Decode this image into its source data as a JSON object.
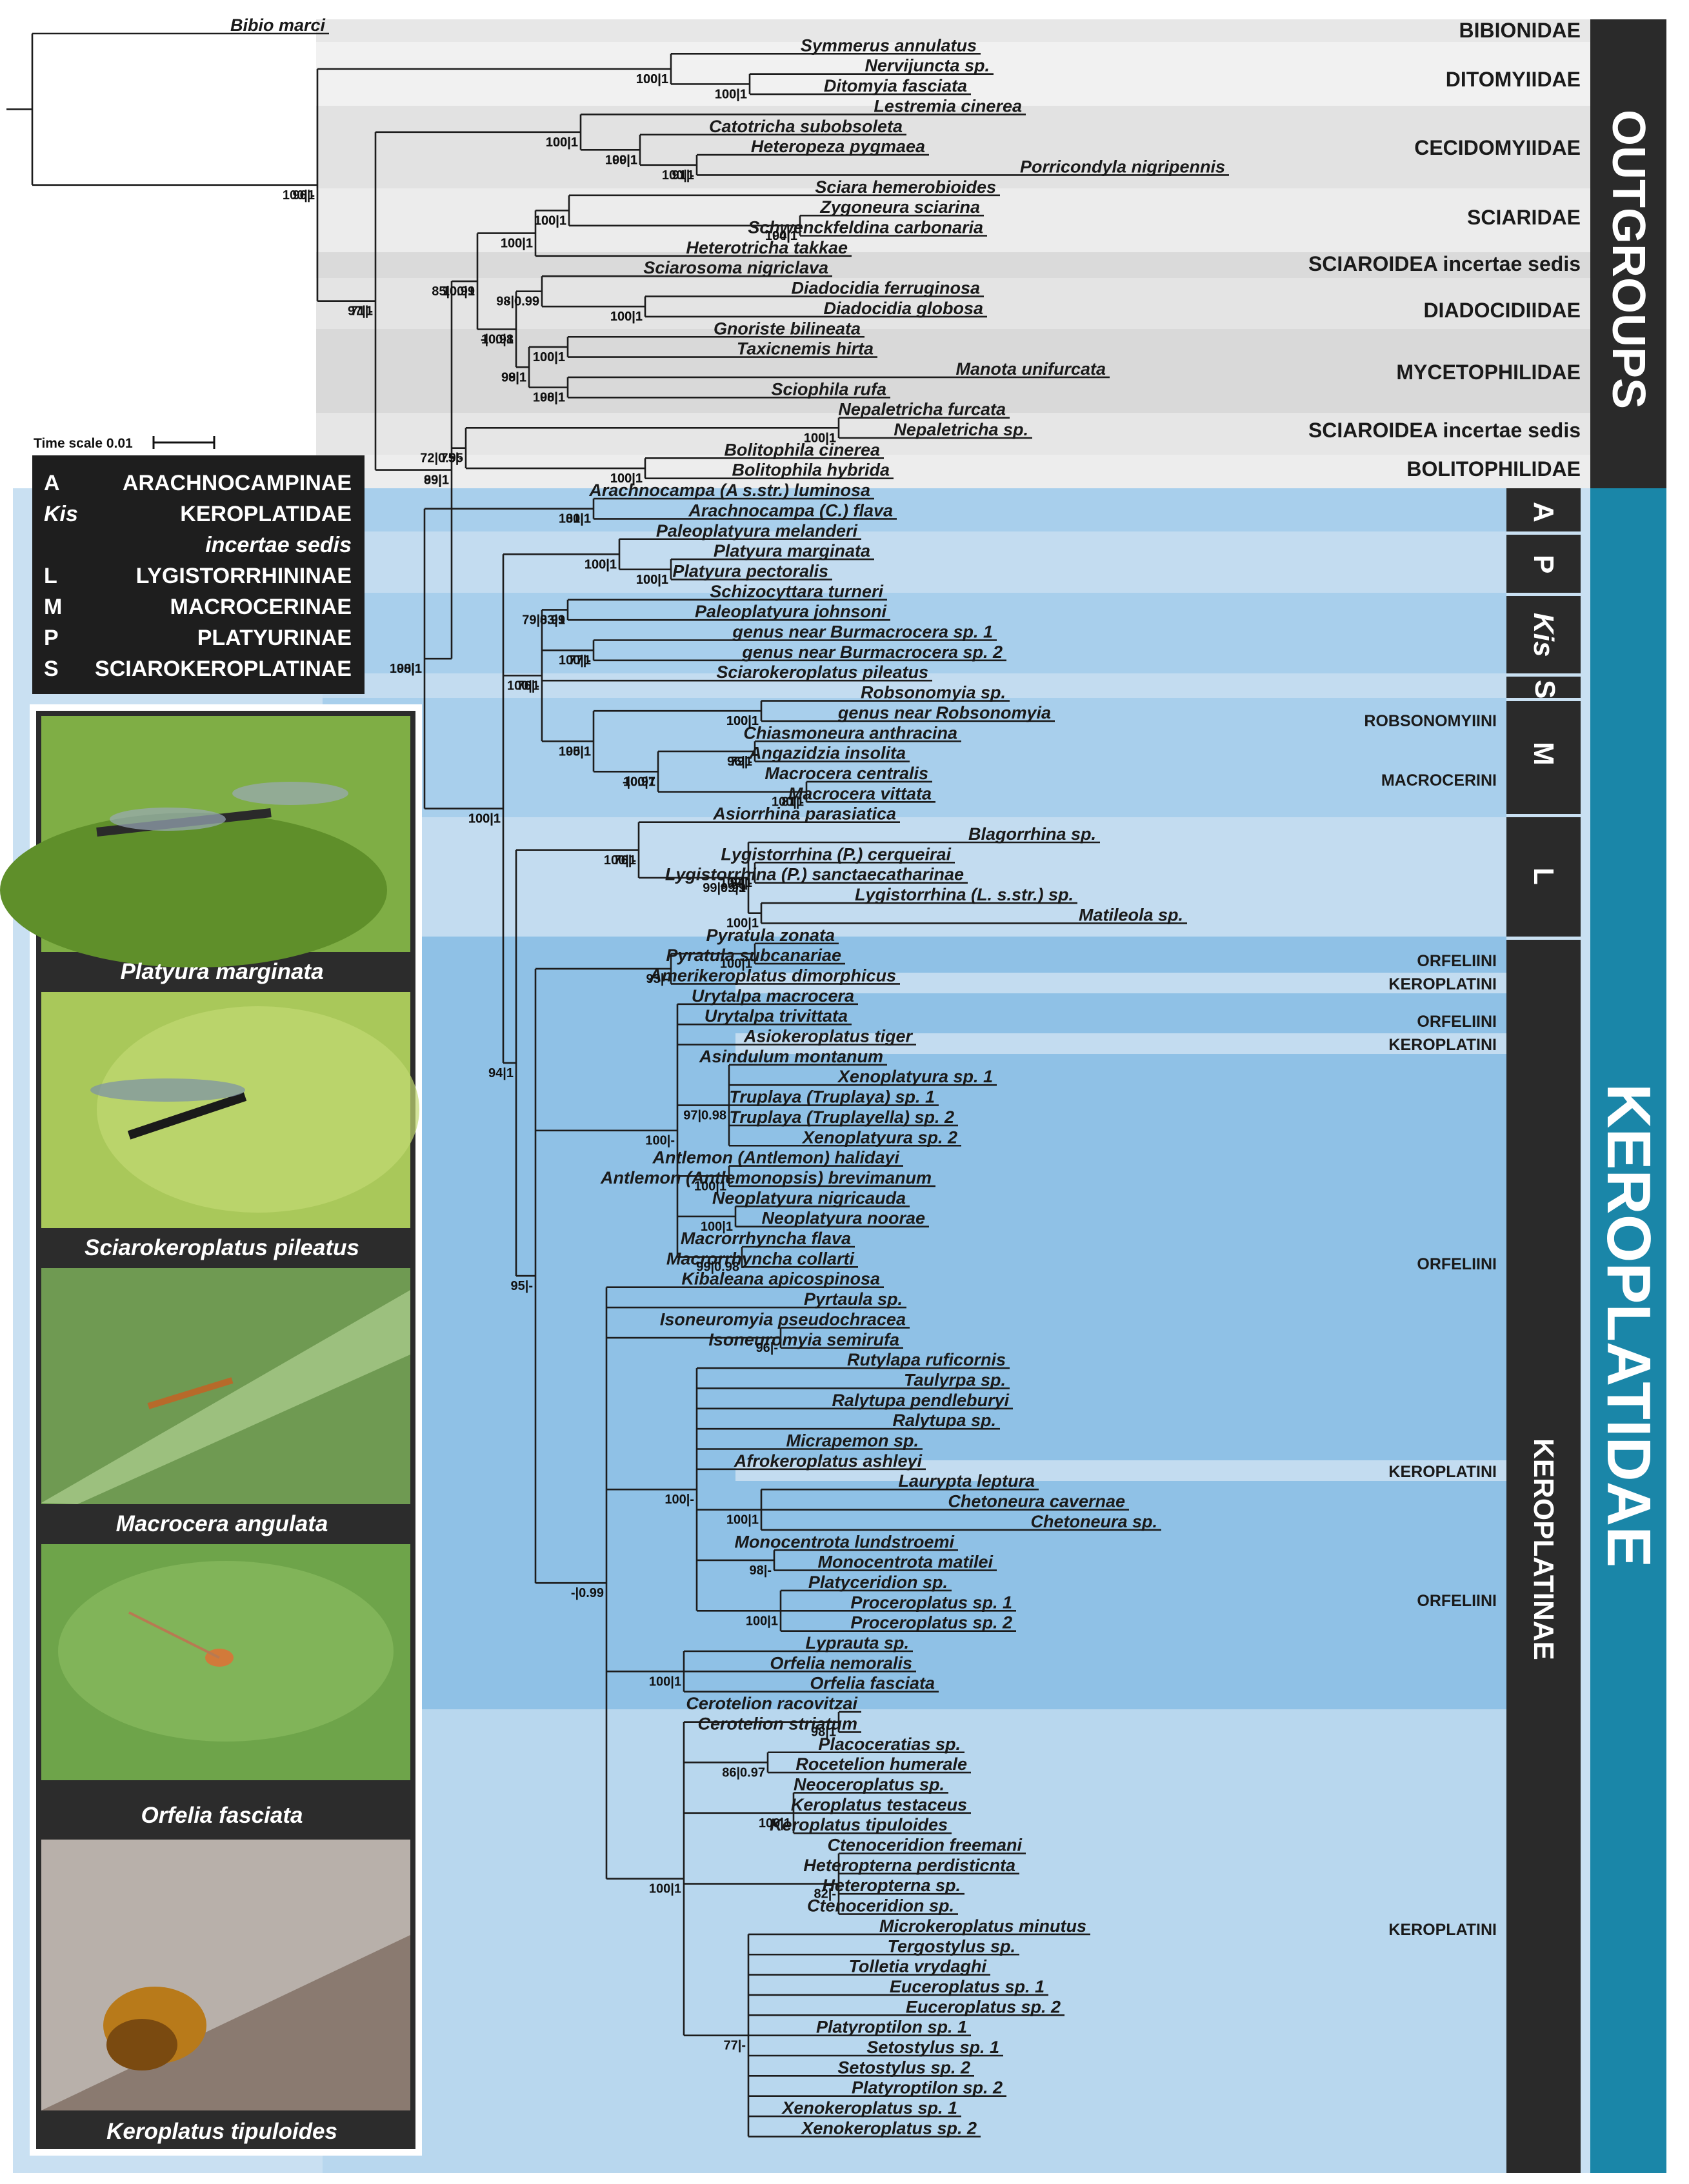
{
  "outgroups_label": "OUTGROUPS",
  "keroplatidae_label": "KEROPLATIDAE",
  "keroplatinae_label": "KEROPLATINAE",
  "time_scale": "Time scale 0.01",
  "legend": [
    {
      "key": "A",
      "value": "ARACHNOCAMPINAE"
    },
    {
      "key": "Kis",
      "value": "KEROPLATIDAE"
    },
    {
      "key": "",
      "value": "incertae sedis"
    },
    {
      "key": "L",
      "value": "LYGISTORRHININAE"
    },
    {
      "key": "M",
      "value": "MACROCERINAE"
    },
    {
      "key": "P",
      "value": "PLATYURINAE"
    },
    {
      "key": "S",
      "value": "SCIAROKEROPLATINAE"
    }
  ],
  "photos": [
    "Platyura marginata",
    "Sciarokeroplatus pileatus",
    "Macrocera angulata",
    "Orfelia fasciata",
    "Keroplatus tipuloides"
  ],
  "families": [
    "BIBIONIDAE",
    "DITOMYIIDAE",
    "CECIDOMYIIDAE",
    "SCIARIDAE",
    "SCIAROIDEA incertae sedis",
    "DIADOCIDIIDAE",
    "MYCETOPHILIDAE",
    "SCIAROIDEA incertae sedis",
    "BOLITOPHILIDAE"
  ],
  "subfamily_codes": [
    "A",
    "P",
    "Kis",
    "S",
    "M",
    "L"
  ],
  "tribes": [
    "ROBSONOMYIINI",
    "MACROCERINI",
    "ORFELIINI",
    "KEROPLATINI",
    "ORFELIINI",
    "KEROPLATINI",
    "ORFELIINI",
    "KEROPLATINI",
    "ORFELIINI",
    "KEROPLATINI"
  ],
  "taxa": [
    "Bibio marci",
    "Symmerus annulatus",
    "Nervijuncta sp.",
    "Ditomyia fasciata",
    "Lestremia cinerea",
    "Catotricha subobsoleta",
    "Heteropeza pygmaea",
    "Porricondyla nigripennis",
    "Sciara hemerobioides",
    "Zygoneura sciarina",
    "Schwenckfeldina carbonaria",
    "Heterotricha takkae",
    "Sciarosoma nigriclava",
    "Diadocidia ferruginosa",
    "Diadocidia globosa",
    "Gnoriste bilineata",
    "Taxicnemis hirta",
    "Manota unifurcata",
    "Sciophila rufa",
    "Nepaletricha furcata",
    "Nepaletricha sp.",
    "Bolitophila cinerea",
    "Bolitophila hybrida",
    "Arachnocampa (A s.str.) luminosa",
    "Arachnocampa (C.) flava",
    "Paleoplatyura melanderi",
    "Platyura marginata",
    "Platyura pectoralis",
    "Schizocyttara turneri",
    "Paleoplatyura johnsoni",
    "genus near Burmacrocera sp. 1",
    "genus near Burmacrocera sp. 2",
    "Sciarokeroplatus pileatus",
    "Robsonomyia sp.",
    "genus near Robsonomyia",
    "Chiasmoneura anthracina",
    "Angazidzia insolita",
    "Macrocera centralis",
    "Macrocera vittata",
    "Asiorrhina parasiatica",
    "Blagorrhina sp.",
    "Lygistorrhina (P.) cerqueirai",
    "Lygistorrhina (P.) sanctaecatharinae",
    "Lygistorrhina (L. s.str.) sp.",
    "Matileola sp.",
    "Pyratula zonata",
    "Pyratula subcanariae",
    "Amerikeroplatus dimorphicus",
    "Urytalpa macrocera",
    "Urytalpa trivittata",
    "Asiokeroplatus tiger",
    "Asindulum montanum",
    "Xenoplatyura sp. 1",
    "Truplaya (Truplaya) sp. 1",
    "Truplaya (Truplayella) sp. 2",
    "Xenoplatyura sp. 2",
    "Antlemon (Antlemon) halidayi",
    "Antlemon (Antlemonopsis) brevimanum",
    "Neoplatyura nigricauda",
    "Neoplatyura noorae",
    "Macrorrhyncha flava",
    "Macrorrhyncha collarti",
    "Kibaleana apicospinosa",
    "Pyrtaula sp.",
    "Isoneuromyia pseudochracea",
    "Isoneuromyia semirufa",
    "Rutylapa ruficornis",
    "Taulyrpa sp.",
    "Ralytupa pendleburyi",
    "Ralytupa sp.",
    "Micrapemon sp.",
    "Afrokeroplatus ashleyi",
    "Laurypta leptura",
    "Chetoneura cavernae",
    "Chetoneura sp.",
    "Monocentrota lundstroemi",
    "Monocentrota matilei",
    "Platyceridion sp.",
    "Proceroplatus sp. 1",
    "Proceroplatus sp. 2",
    "Lyprauta sp.",
    "Orfelia nemoralis",
    "Orfelia fasciata",
    "Cerotelion racovitzai",
    "Cerotelion striatum",
    "Placoceratias sp.",
    "Rocetelion humerale",
    "Neoceroplatus sp.",
    "Keroplatus testaceus",
    "Keroplatus tipuloides",
    "Ctenoceridion freemani",
    "Heteropterna perdisticnta",
    "Heteropterna sp.",
    "Ctenoceridion sp.",
    "Microkeroplatus minutus",
    "Tergostylus sp.",
    "Tolletia vrydaghi",
    "Euceroplatus sp. 1",
    "Euceroplatus sp. 2",
    "Platyroptilon sp. 1",
    "Setostylus sp. 1",
    "Setostylus sp. 2",
    "Platyroptilon sp. 2",
    "Xenokeroplatus sp. 1",
    "Xenokeroplatus sp. 2"
  ],
  "supports": [
    "100|1",
    "100|1",
    "100|1",
    "99|1",
    "100|1",
    "100|1",
    "100|1",
    "94|1",
    "100|1",
    "85|0.99",
    "-|0.99",
    "71|-",
    "100|1",
    "-|0.98",
    "100|1",
    "99|1",
    "98|1",
    "100|1",
    "72|0.95",
    "100|1",
    "99|1",
    "100|1",
    "100|1",
    "100|1",
    "83|1",
    "77|-",
    "98|1",
    "76|-",
    "100|1",
    "100|1",
    "79|-",
    "100|1",
    "81|-",
    "100|1",
    "100|1",
    "100|1",
    "99|1",
    "100|1",
    "100|1",
    "93|-",
    "94|1",
    "97|0.98",
    "100|-",
    "100|1",
    "100|1",
    "99|0.98",
    "95|-",
    "96|-",
    "100|-",
    "100|1",
    "98|-",
    "-|0.99",
    "100|1",
    "100|1",
    "98|1",
    "86|0.97",
    "100|1",
    "100|1",
    "82|-",
    "77|-",
    "100|1",
    "100|1",
    "100|1",
    "100|1",
    "91|-",
    "96|-",
    "100|1",
    "100|1",
    "100|1",
    "100|1",
    "98|0.99",
    "97|1",
    "100|1",
    "100|1",
    "100|1",
    "98|1",
    "100|1",
    "100|1",
    "75|-",
    "100|1",
    "89|1",
    "81|1",
    "100|1",
    "100|1",
    "79|0.99",
    "100|1",
    "100|1",
    "100|1",
    "100|1",
    "95|1",
    "96|1",
    "-|0.97",
    "100|1",
    "100|1",
    "76|-",
    "94|-",
    "99|0.99"
  ]
}
